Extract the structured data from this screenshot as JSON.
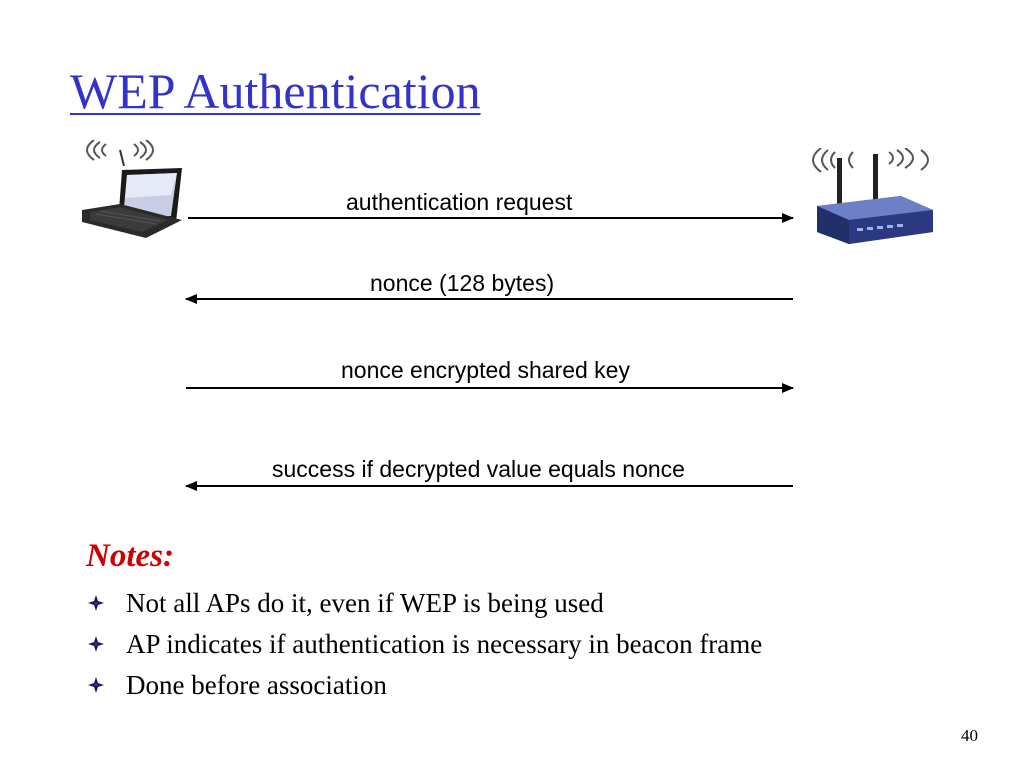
{
  "slide": {
    "title": "WEP Authentication",
    "title_color": "#3333cc",
    "page_number": "40"
  },
  "diagram": {
    "left_device": "laptop-icon",
    "right_device": "wireless-router-icon",
    "messages": [
      {
        "label": "authentication request",
        "direction": "right"
      },
      {
        "label": "nonce (128 bytes)",
        "direction": "left"
      },
      {
        "label": "nonce encrypted shared key",
        "direction": "right"
      },
      {
        "label": "success if decrypted value equals nonce",
        "direction": "left"
      }
    ]
  },
  "notes": {
    "heading": "Notes:",
    "heading_color": "#cc0000",
    "items": [
      "Not all APs do it, even if WEP is being used",
      "AP indicates if authentication is necessary in beacon frame",
      "Done before association"
    ]
  }
}
